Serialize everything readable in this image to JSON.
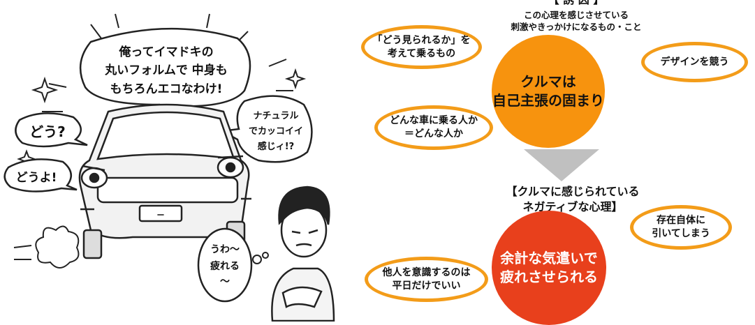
{
  "illustration": {
    "speech_main": [
      "俺ってイマドキの",
      "丸いフォルムで 中身も",
      "もちろんエコなわけ!"
    ],
    "speech_dou": "どう?",
    "speech_douyo": "どうよ!",
    "speech_natural": [
      "ナチュラル",
      "でカッコイイ",
      "感じィ!?"
    ],
    "thought_tired": [
      "うわ～",
      "疲れる",
      "～"
    ],
    "license_plate": "ー"
  },
  "top": {
    "label": "【 誘 因 】",
    "sublabel": "この心理を感じさせている\n刺激やきっかけになるもの・こと",
    "circle_text": "クルマは\n自己主張の固まり",
    "ovals": [
      "「どう見られるか」を\n考えて乗るもの",
      "デザインを競う",
      "どんな車に乗る人か\n＝どんな人か"
    ]
  },
  "bottom": {
    "heading": "【クルマに感じられている\nネガティブな心理】",
    "circle_text": "余計な気遣いで\n疲れさせられる",
    "ovals": [
      "存在自体に\n引いてしまう",
      "他人を意識するのは\n平日だけでいい"
    ]
  },
  "colors": {
    "top_circle": "#f7930e",
    "bottom_circle": "#e8401c",
    "oval_border": "#f39c19",
    "arrow": "#c0c0c0"
  }
}
